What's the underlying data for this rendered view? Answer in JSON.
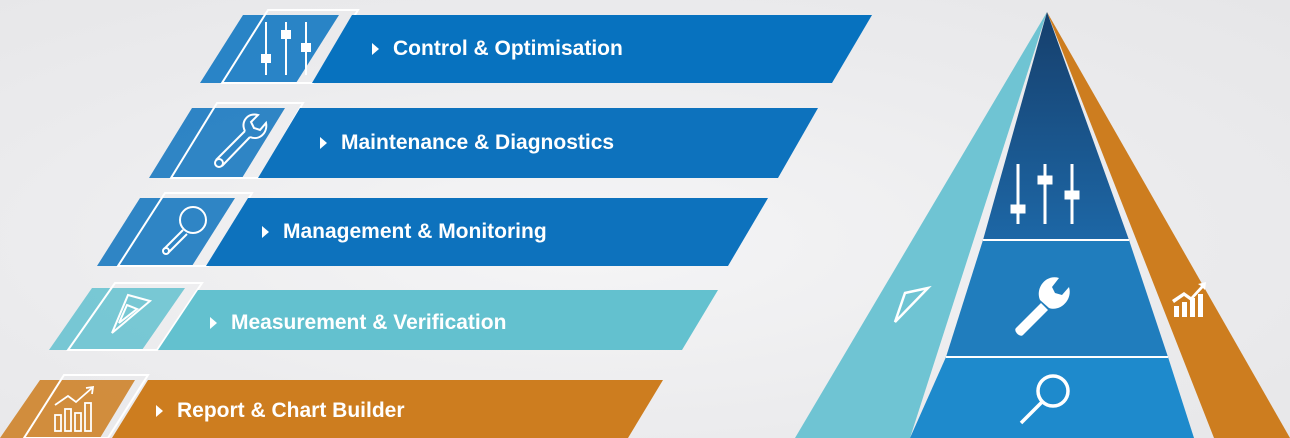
{
  "banners": [
    {
      "label": "Control & Optimisation",
      "icon": "sliders-icon",
      "color": "#0772bf",
      "icon_bg": "#0772bf"
    },
    {
      "label": "Maintenance & Diagnostics",
      "icon": "wrench-icon",
      "color": "#0d72bd",
      "icon_bg": "#0d72bd"
    },
    {
      "label": "Management & Monitoring",
      "icon": "magnifier-icon",
      "color": "#0d72bd",
      "icon_bg": "#0d72bd"
    },
    {
      "label": "Measurement & Verification",
      "icon": "triangle-ruler-icon",
      "color": "#63c1cf",
      "icon_bg": "#63c1cf"
    },
    {
      "label": "Report & Chart Builder",
      "icon": "chart-growth-icon",
      "color": "#cd7d1f",
      "icon_bg": "#cd7d1f"
    }
  ],
  "pyramid": {
    "left_face_color": "#6fc4d3",
    "right_face_color": "#cd7d1f",
    "tiers": [
      {
        "icon": "sliders-icon",
        "color": "#1d67a6"
      },
      {
        "icon": "wrench-icon",
        "color": "#207dbd"
      },
      {
        "icon": "magnifier-icon",
        "color": "#1e8acc"
      }
    ],
    "left_face_icon": "triangle-ruler-icon",
    "right_face_icon": "chart-growth-icon"
  }
}
